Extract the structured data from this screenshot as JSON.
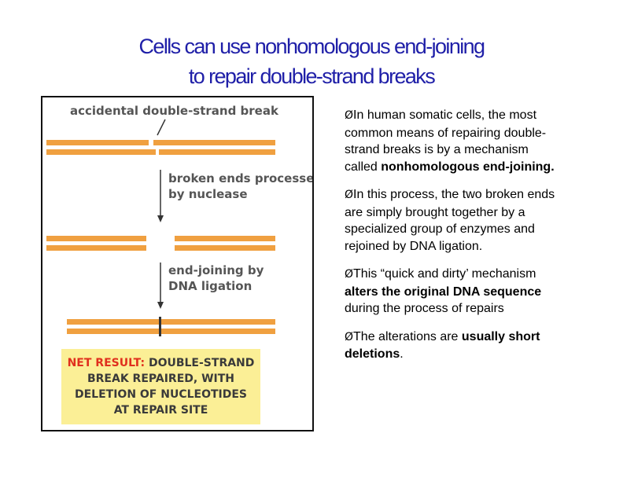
{
  "title": {
    "line1": "Cells can use nonhomologous end-joining",
    "line2": "to repair double-strand breaks"
  },
  "figure": {
    "label_break": "accidental double-strand break",
    "label_process_1": "broken ends processed",
    "label_process_2": "by nuclease",
    "label_join_1": "end-joining by",
    "label_join_2": "DNA ligation",
    "result_line1_red": "NET RESULT:",
    "result_line1_rest": " DOUBLE-STRAND",
    "result_line2": "BREAK REPAIRED, WITH",
    "result_line3": "DELETION OF NUCLEOTIDES",
    "result_line4": "AT REPAIR SITE"
  },
  "bullets": {
    "marker": "Ø",
    "b1_text": "In human somatic cells, the most common means of repairing double-strand breaks is by a mechanism called ",
    "b1_bold": "nonhomologous end-joining.",
    "b2_text": "In this process, the two broken ends are simply brought together by a specialized group of enzymes and rejoined by DNA ligation.",
    "b3_pre": "This “quick and dirty’ mechanism ",
    "b3_bold": "alters the original DNA sequence",
    "b3_post": " during the process of repairs",
    "b4_pre": "The alterations are ",
    "b4_bold": "usually short deletions",
    "b4_post": "."
  },
  "colors": {
    "title": "#1f1fa8",
    "strand": "#f0a040",
    "strand_dark": "#c9781e",
    "label": "#555555",
    "result_bg": "#fbef96",
    "result_red": "#e0301e"
  }
}
